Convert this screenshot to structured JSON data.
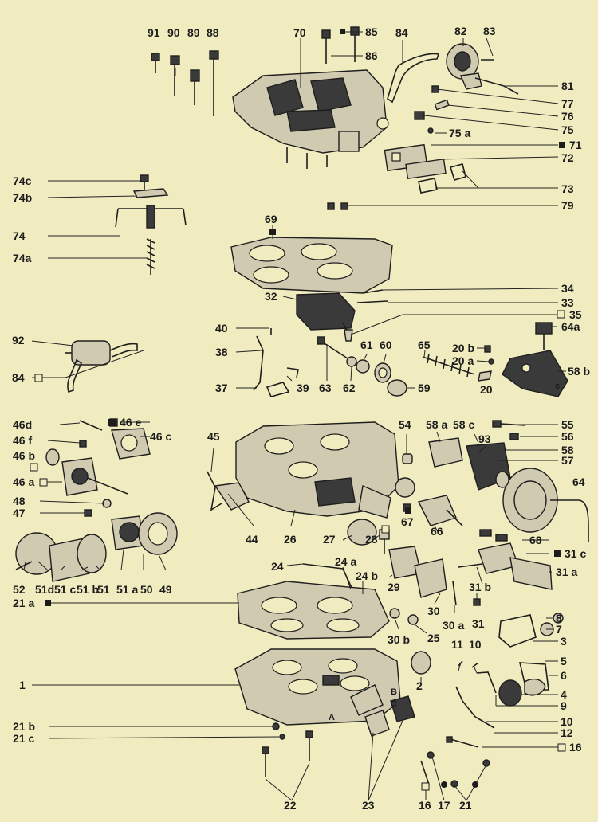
{
  "labels": {
    "l91": "91",
    "l90": "90",
    "l89": "89",
    "l88": "88",
    "l70": "70",
    "l85": "85",
    "l86": "86",
    "l84t": "84",
    "l82": "82",
    "l83": "83",
    "l81": "81",
    "l77": "77",
    "l76": "76",
    "l75": "75",
    "l75a": "75 a",
    "l71": "71",
    "l72": "72",
    "l73": "73",
    "l79": "79",
    "l74c": "74c",
    "l74b": "74b",
    "l74": "74",
    "l74a": "74a",
    "l69": "69",
    "l34": "34",
    "l33": "33",
    "l32": "32",
    "l35": "35",
    "l64a": "64a",
    "l40": "40",
    "l38": "38",
    "l37": "37",
    "l39": "39",
    "l92": "92",
    "l84m": "84",
    "l63": "63",
    "l62": "62",
    "l61": "61",
    "l60": "60",
    "l59": "59",
    "l65": "65",
    "l20b": "20 b",
    "l20a": "20 a",
    "l20": "20",
    "l58b": "58 b",
    "l46d": "46d",
    "l46e": "46 e",
    "l46c": "46 c",
    "l46f": "46 f",
    "l46b": "46 b",
    "l46a": "46 a",
    "l48": "48",
    "l47": "47",
    "l45": "45",
    "l44": "44",
    "l26": "26",
    "l54": "54",
    "l58a": "58 a",
    "l58c": "58 c",
    "l55": "55",
    "l56": "56",
    "l93": "93",
    "l58": "58",
    "l57": "57",
    "l64": "64",
    "l67": "67",
    "l27": "27",
    "l28": "28",
    "l66": "66",
    "l68": "68",
    "l31c": "31 c",
    "l31a": "31 a",
    "l31b": "31 b",
    "l31": "31",
    "l52": "52",
    "l51d": "51d",
    "l51c": "51 c",
    "l51b": "51 b",
    "l51": "51",
    "l51a": "51 a",
    "l50": "50",
    "l49": "49",
    "l24": "24",
    "l24a": "24 a",
    "l24b": "24 b",
    "l29": "29",
    "l30": "30",
    "l30a": "30 a",
    "l30b": "30 b",
    "l25": "25",
    "l21a": "21 a",
    "l8": "8",
    "l7": "7",
    "l3": "3",
    "l5": "5",
    "l6": "6",
    "l4": "4",
    "l9": "9",
    "l10r": "10",
    "l1": "1",
    "l2": "2",
    "l11": "11",
    "l10": "10",
    "l12": "12",
    "l16r": "16",
    "l21b": "21 b",
    "l21c": "21 c",
    "l22": "22",
    "l23": "23",
    "l16": "16",
    "l17": "17",
    "l21": "21",
    "mA": "A",
    "mB": "B",
    "mC": "C",
    "mc": "c"
  }
}
